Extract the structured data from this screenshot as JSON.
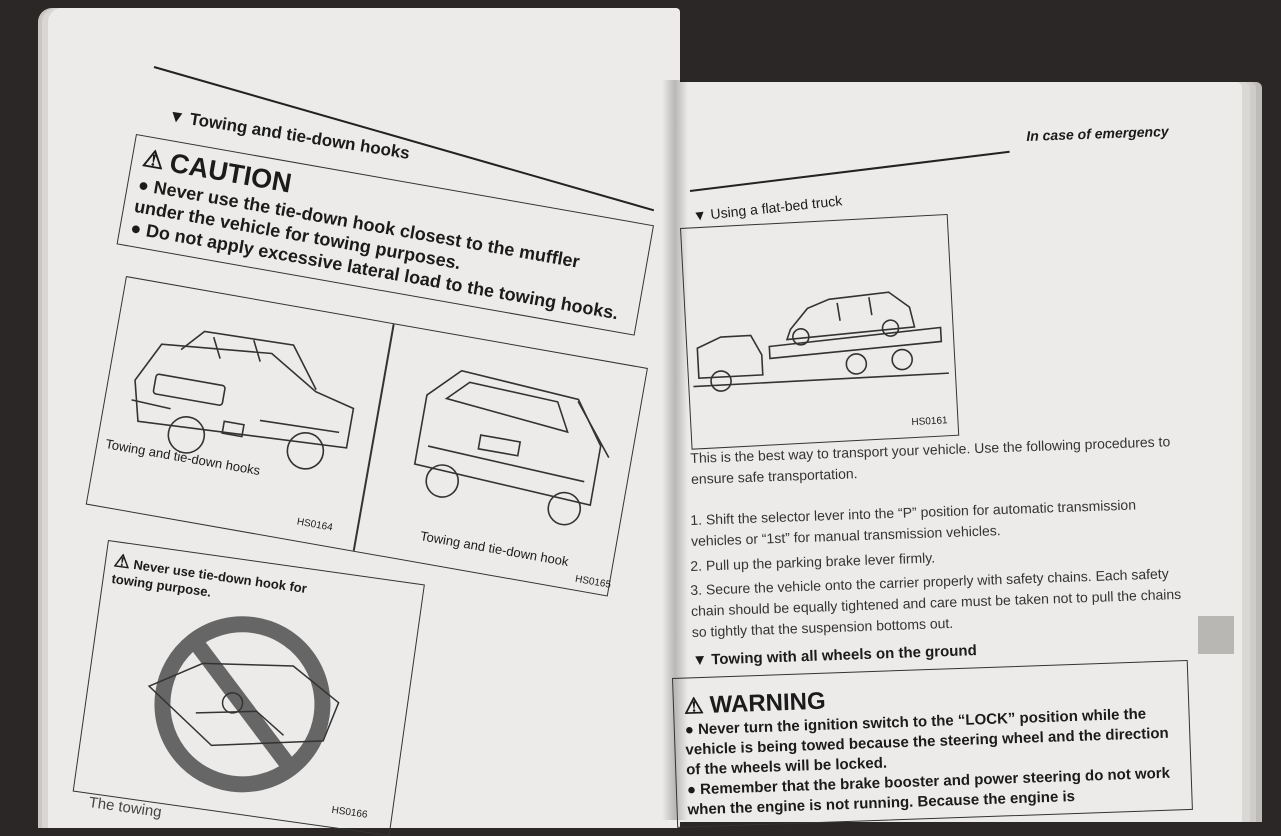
{
  "left_page": {
    "section_title": "Towing and tie-down hooks",
    "caution": {
      "heading": "CAUTION",
      "bullets": [
        "Never use the tie-down hook closest to the muffler under the vehicle for towing purposes.",
        "Do not apply excessive lateral load to the towing hooks."
      ]
    },
    "figures": [
      {
        "label": "Towing and tie-down hooks",
        "code": "HS0164"
      },
      {
        "label": "Towing and tie-down hook",
        "code": "HS0165"
      },
      {
        "warning_label": "Never use tie-down hook for towing purpose.",
        "code": "HS0166"
      }
    ],
    "footer_fragment": "The towing"
  },
  "right_page": {
    "running_header": "In case of emergency",
    "subsection_title": "Using a flat-bed truck",
    "figure_code": "HS0161",
    "intro": "This is the best way to transport your vehicle. Use the following procedures to ensure safe transportation.",
    "steps": [
      "1. Shift the selector lever into the “P” position for automatic transmission vehicles or “1st” for manual transmission vehicles.",
      "2. Pull up the parking brake lever firmly.",
      "3. Secure the vehicle onto the carrier properly with safety chains. Each safety chain should be equally tightened and care must be taken not to pull the chains so tightly that the suspension bottoms out."
    ],
    "section2_title": "Towing with all wheels on the ground",
    "warning": {
      "heading": "WARNING",
      "bullets": [
        "Never turn the ignition switch to the “LOCK” position while the vehicle is being towed because the steering wheel and the direction of the wheels will be locked.",
        "Remember that the brake booster and power steering do not work when the engine is not running. Because the engine is"
      ]
    }
  }
}
